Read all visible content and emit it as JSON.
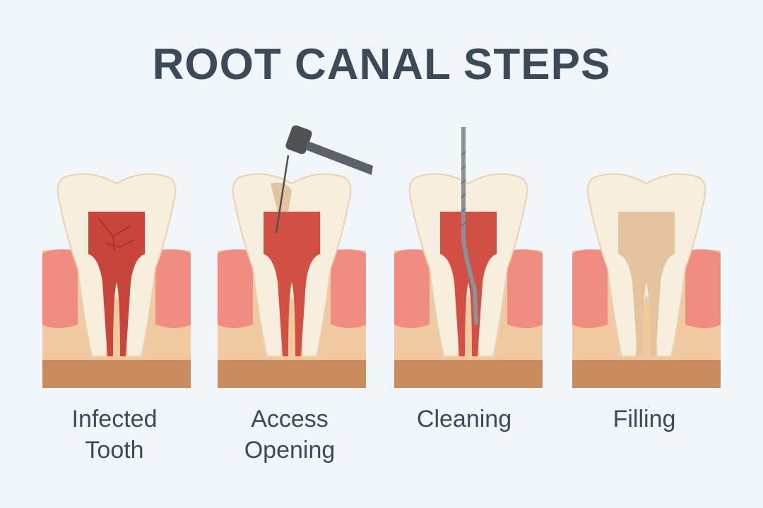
{
  "title": "ROOT CANAL STEPS",
  "steps": [
    {
      "label": "Infected\nTooth",
      "line1": "Infected",
      "line2": "Tooth",
      "pulp_state": "infected",
      "tool": "none"
    },
    {
      "label": "Access\nOpening",
      "line1": "Access",
      "line2": "Opening",
      "pulp_state": "inflamed",
      "tool": "dental-drill"
    },
    {
      "label": "Cleaning",
      "line1": "Cleaning",
      "line2": "",
      "pulp_state": "inflamed",
      "tool": "endodontic-file"
    },
    {
      "label": "Filling",
      "line1": "Filling",
      "line2": "",
      "pulp_state": "filled",
      "tool": "none"
    }
  ],
  "colors": {
    "background": "#f1f6fa",
    "title_text": "#3c4a57",
    "enamel": "#f7eedd",
    "enamel_outline": "#e6d3b4",
    "pulp_infected": "#c8453b",
    "pulp_inflamed": "#d24f44",
    "pulp_filled": "#e3c49e",
    "gum": "#f08d80",
    "bone": "#f0c9a0",
    "bone_base": "#c98c5e",
    "tool_metal": "#8c9196",
    "drill_head": "#4d5257"
  }
}
